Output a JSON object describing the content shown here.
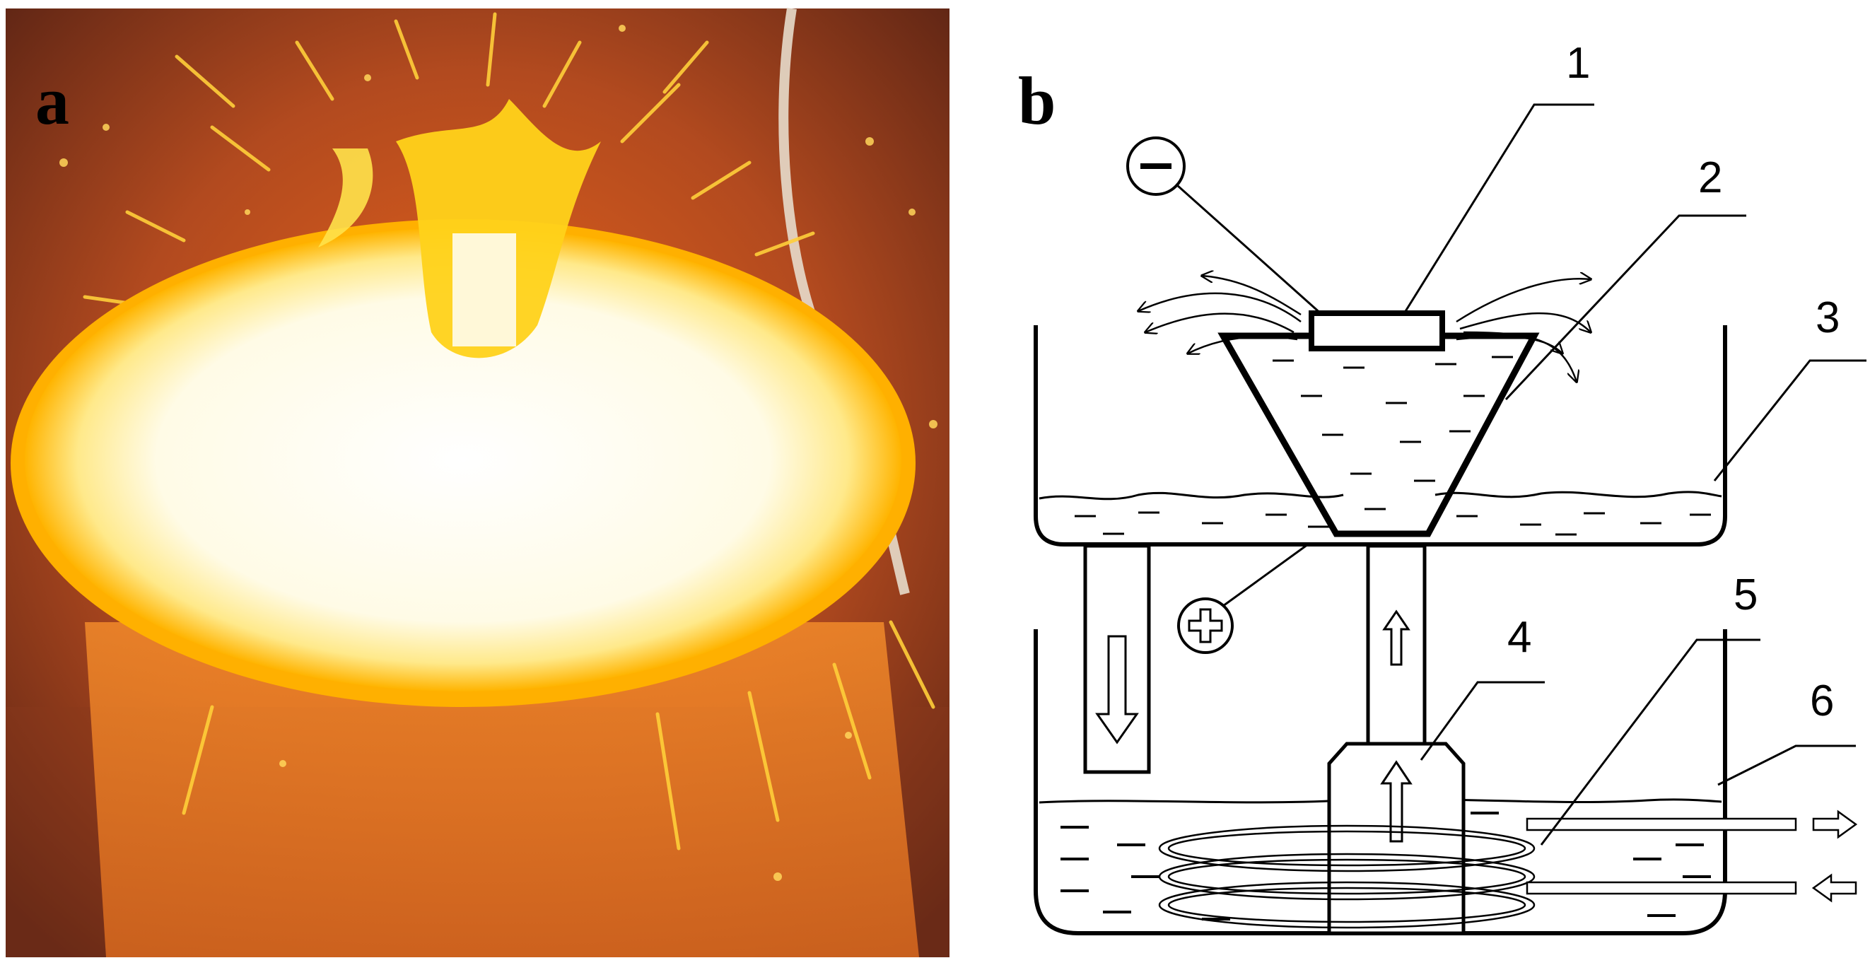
{
  "panels": {
    "a": {
      "letter": "a"
    },
    "b": {
      "letter": "b"
    }
  },
  "diagram": {
    "labels": [
      "1",
      "2",
      "3",
      "4",
      "5",
      "6"
    ],
    "terminals": {
      "negative": "−",
      "positive": "+"
    }
  },
  "colors": {
    "photo_glow": "#fffef2",
    "photo_yellow": "#ffd21a",
    "photo_orange": "#f07818",
    "photo_dark": "#6b2a12",
    "line": "#000000"
  }
}
